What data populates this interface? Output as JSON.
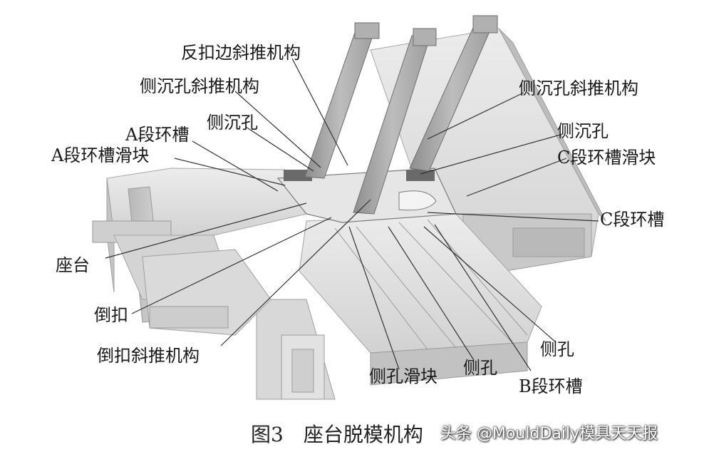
{
  "labels": {
    "fankoubian_xietui": "反扣边斜推机构",
    "cechenkong_xietui_left": "侧沉孔斜推机构",
    "cechenkong_xietui_right": "侧沉孔斜推机构",
    "cechenkong_left": "侧沉孔",
    "cechenkong_right": "侧沉孔",
    "a_huancao": "A段环槽",
    "a_huancao_huakuai": "A段环槽滑块",
    "c_huancao_huakuai": "C段环槽滑块",
    "c_huancao": "C段环槽",
    "zuotai": "座台",
    "daokou": "倒扣",
    "daokou_xietui": "倒扣斜推机构",
    "cekong_huakuai": "侧孔滑块",
    "cekong_bottom": "侧孔",
    "cekong_right": "侧孔",
    "b_huancao": "B段环槽"
  },
  "caption": {
    "figure_number": "图3",
    "title": "座台脱模机构"
  },
  "watermark": "头条 @MouldDaily模具天天报",
  "colors": {
    "background": "#ffffff",
    "part_fill": "#dcdcdc",
    "part_dark": "#9a9a9a",
    "slider_fill": "#c8c8c8",
    "leader_line": "#333333",
    "text": "#1a1a1a"
  }
}
